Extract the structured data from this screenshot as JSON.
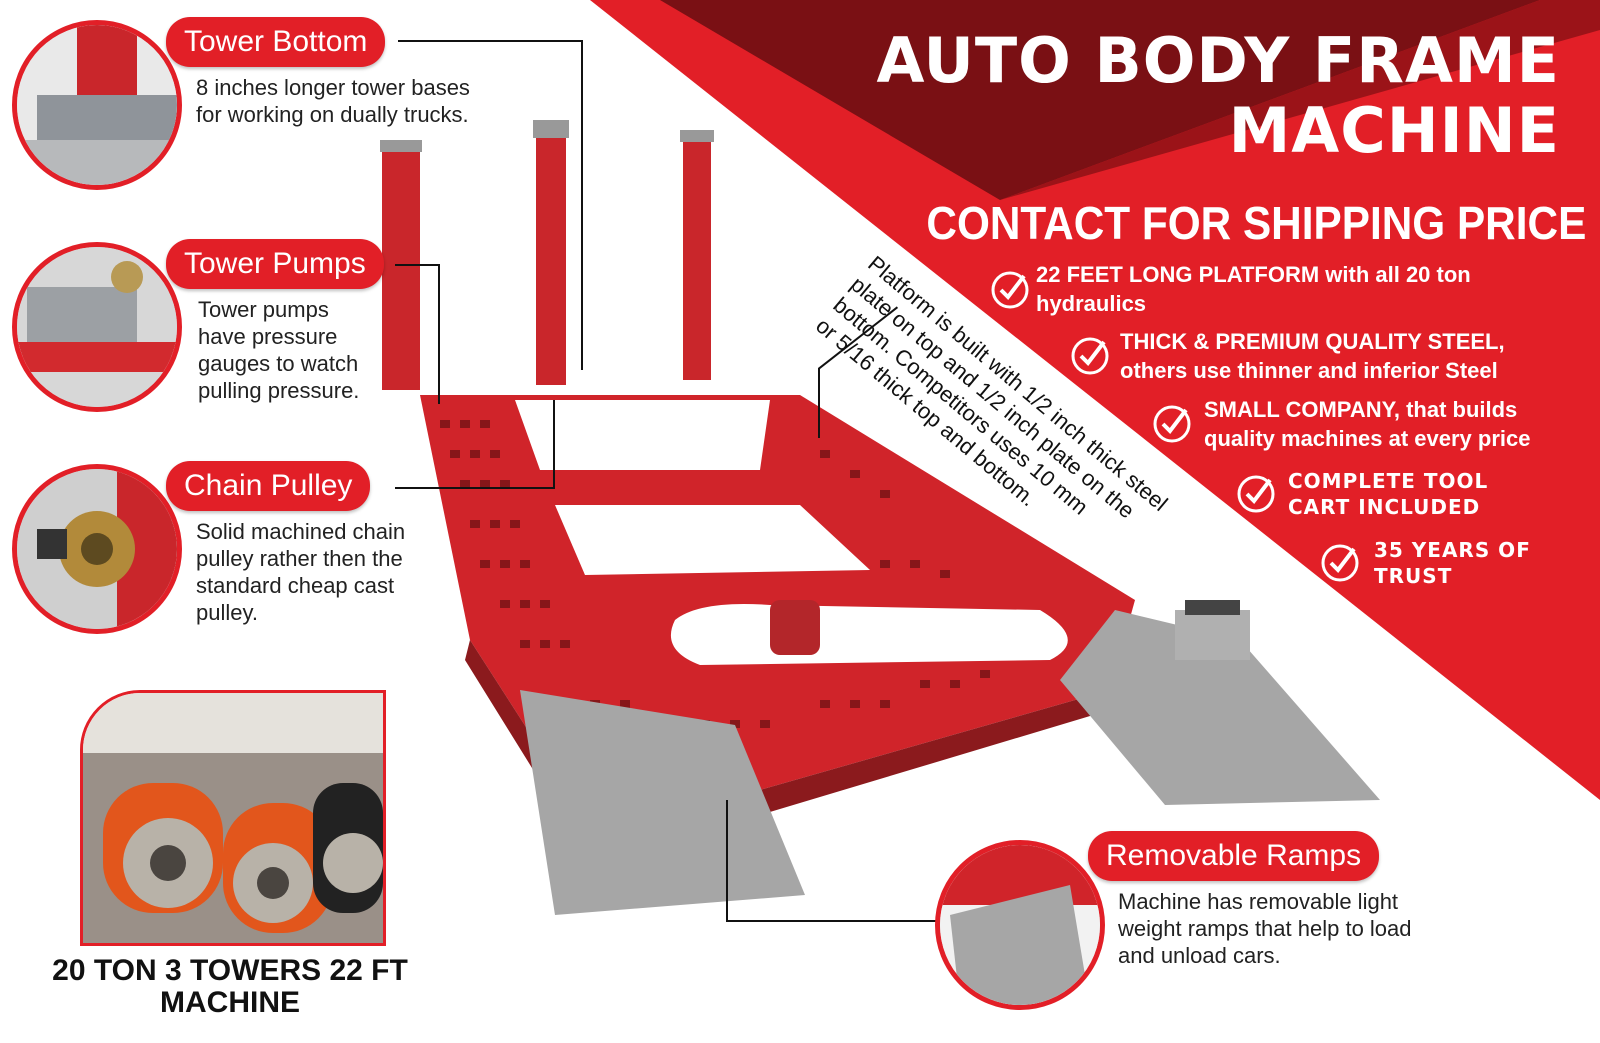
{
  "header": {
    "title_line1": "AUTO BODY FRAME",
    "title_line2": "MACHINE",
    "contact": "CONTACT FOR SHIPPING PRICE"
  },
  "features": [
    {
      "line1": "22 FEET LONG PLATFORM with all 20 ton",
      "line2": "hydraulics"
    },
    {
      "line1": "THICK & PREMIUM QUALITY STEEL,",
      "line2": "others use thinner and inferior Steel"
    },
    {
      "line1": "SMALL COMPANY, that builds",
      "line2": "quality machines at every price"
    },
    {
      "line1": "COMPLETE TOOL",
      "line2": "CART INCLUDED"
    },
    {
      "line1": "35 YEARS OF",
      "line2": "TRUST"
    }
  ],
  "callouts": {
    "tower_bottom": {
      "title": "Tower Bottom",
      "l1": "8 inches longer tower bases",
      "l2": "for working on dually trucks."
    },
    "tower_pumps": {
      "title": "Tower Pumps",
      "l1": "Tower pumps",
      "l2": "have pressure",
      "l3": "gauges to watch",
      "l4": "pulling pressure."
    },
    "chain_pulley": {
      "title": "Chain Pulley",
      "l1": "Solid machined chain",
      "l2": "pulley rather then the",
      "l3": "standard cheap cast",
      "l4": "pulley."
    },
    "removable_ramps": {
      "title": "Removable Ramps",
      "l1": "Machine has removable light",
      "l2": "weight ramps that help to load",
      "l3": "and unload cars."
    }
  },
  "platform_note": {
    "l1": "Platform is built with 1/2  inch thick steel",
    "l2": "plate on top and 1/2 inch plate on the",
    "l3": "bottom. Competitors uses 10 mm",
    "l4": "or 5/16 thick top and bottom."
  },
  "bottom_caption": {
    "l1": "20 TON 3 TOWERS 22 FT",
    "l2": "MACHINE"
  },
  "colors": {
    "brand_red": "#e21f27",
    "dark_red": "#7a1014",
    "steel_gray": "#a6a6a6"
  }
}
